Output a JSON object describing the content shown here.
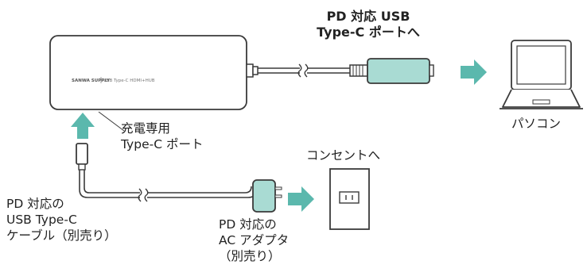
{
  "hub": {
    "brand": "SANWA SUPPLY",
    "model": "USB Type-C HDMI+HUB"
  },
  "labels": {
    "pd_usb_c_line1": "PD 対応 USB",
    "pd_usb_c_line2": "Type-C ポートへ",
    "charging_port_line1": "充電専用",
    "charging_port_line2": "Type-C ポート",
    "pc": "パソコン",
    "outlet": "コンセントへ",
    "cable_line1": "PD 対応の",
    "cable_line2": "USB Type-C",
    "cable_line3": "ケーブル（別売り）",
    "adapter_line1": "PD 対応の",
    "adapter_line2": "AC アダプタ",
    "adapter_line3": "（別売り）"
  },
  "colors": {
    "teal": "#5bb8ad",
    "teal_light": "#a9dbd3",
    "stroke": "#3a3a3a"
  }
}
